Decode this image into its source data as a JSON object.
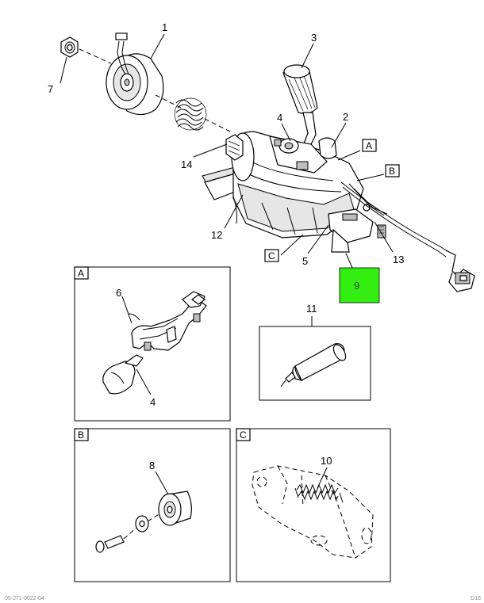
{
  "callouts": {
    "c1": "1",
    "c2": "2",
    "c3": "3",
    "c4": "4",
    "c5": "5",
    "c6": "6",
    "c7": "7",
    "c8": "8",
    "c9": "9",
    "c10": "10",
    "c11": "11",
    "c12": "12",
    "c13": "13",
    "c14": "14",
    "c4_detail": "4"
  },
  "view_tags": {
    "a": "A",
    "b": "B",
    "c": "C"
  },
  "panels": {
    "a": "A",
    "b": "B",
    "c": "C"
  },
  "highlight": {
    "label": "9",
    "color": "#33ee11"
  },
  "footer": {
    "left": "05-271-0022-04",
    "right": "D15"
  }
}
